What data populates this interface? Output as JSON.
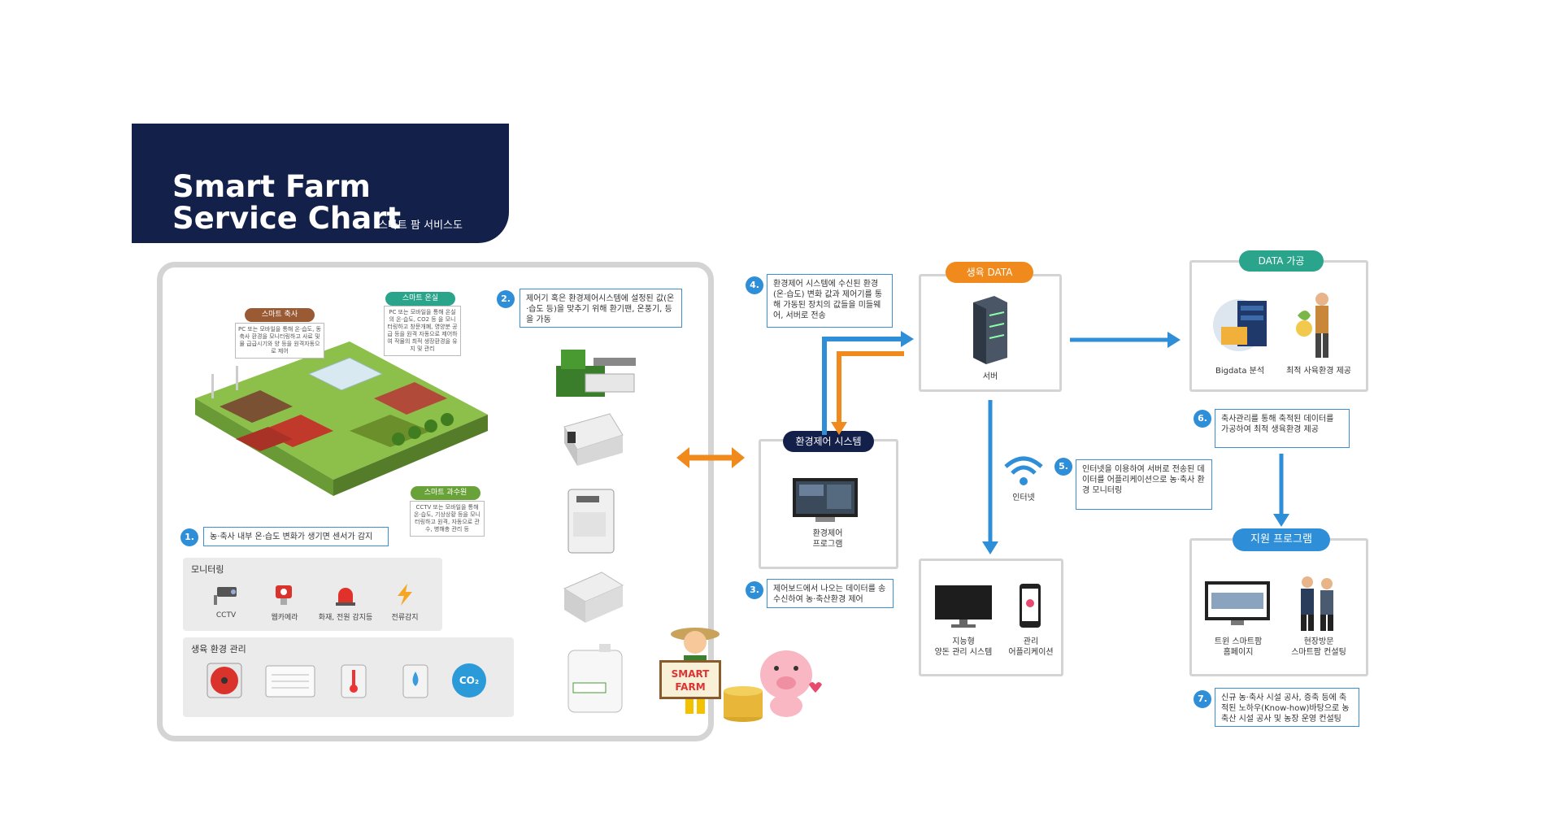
{
  "header": {
    "title_line1": "Smart Farm",
    "title_line2": "Service Chart",
    "subtitle": "스마트 팜 서비스도"
  },
  "farm": {
    "livestock_label": "스마트 축사",
    "livestock_note": "PC 또는 모바일을 통해 온·습도, 동축사 환경을 모니터링하고 사료 및 물 급급시기와 양 등을 원격자동으로 제어",
    "greenhouse_label": "스마트 온실",
    "greenhouse_note": "PC 또는 모바일을 통해 온실의 온·습도, CO2 등 을 모니터링하고 창문개폐, 영양분 공급 등을 원격 자동으로 제어하여 작물의 최적 생장환경을 유지 및 관리",
    "orchard_label": "스마트 과수원",
    "orchard_note": "CCTV 또는 모바일을 통해 온·습도, 기상상황 등을 모니터링하고 원격, 자동으로 관수, 병해충 관리 등"
  },
  "steps": {
    "s1": {
      "num": "1.",
      "text": "농·축사 내부 온·습도 변화가 생기면 센서가 감지"
    },
    "s2": {
      "num": "2.",
      "text": "제어기 혹은 환경제어시스템에 설정된 값(온·습도 등)을 맞추기 위해 환기팬, 온풍기, 등을 가동"
    },
    "s3": {
      "num": "3.",
      "text": "제어보드에서 나오는 데이터를 송수신하여 농·축산환경 제어"
    },
    "s4": {
      "num": "4.",
      "text": "환경제어 시스템에 수신된 환경(온·습도) 변화 값과 제어기를 통해 가동된 장치의 값들을 미들웨어, 서버로 전송"
    },
    "s5": {
      "num": "5.",
      "text": "인터넷을 이용하여 서버로 전송된 데이터를 어플리케이션으로 농·축사 환경 모니터링"
    },
    "s6": {
      "num": "6.",
      "text": "축사관리를 통해 축적된 데이터를 가공하여 최적 생육환경 제공"
    },
    "s7": {
      "num": "7.",
      "text": "신규 농·축사 시설 공사, 증축 등에 축적된 노하우(Know-how)바탕으로 농축산 시설 공사 및 농장 운영 컨설팅"
    }
  },
  "monitoring": {
    "title": "모니터링",
    "items": [
      "CCTV",
      "웹카메라",
      "화재, 전원 감지등",
      "전류감지"
    ]
  },
  "growth_env": {
    "title": "생육 환경 관리",
    "co2": "CO₂"
  },
  "sign": {
    "line1": "SMART",
    "line2": "FARM"
  },
  "env_system": {
    "title": "환경제어 시스템",
    "caption": "환경제어\n프로그램"
  },
  "growth_data": {
    "title": "생육 DATA",
    "caption": "서버"
  },
  "internet": {
    "caption": "인터넷"
  },
  "data_proc": {
    "title": "DATA 가공",
    "items": [
      "Bigdata 분석",
      "최적 사육환경 제공"
    ]
  },
  "mgmt": {
    "items": [
      "지능형\n양돈 관리 시스템",
      "관리\n어플리케이션"
    ]
  },
  "support": {
    "title": "지원 프로그램",
    "items": [
      "트윈 스마트팜\n홈페이지",
      "현장방문\n스마트팜 컨설팅"
    ]
  },
  "colors": {
    "navy": "#13204a",
    "blue": "#2e8fd8",
    "orange": "#f08a1c",
    "green": "#2aa58c",
    "brown": "#9a5a34"
  }
}
